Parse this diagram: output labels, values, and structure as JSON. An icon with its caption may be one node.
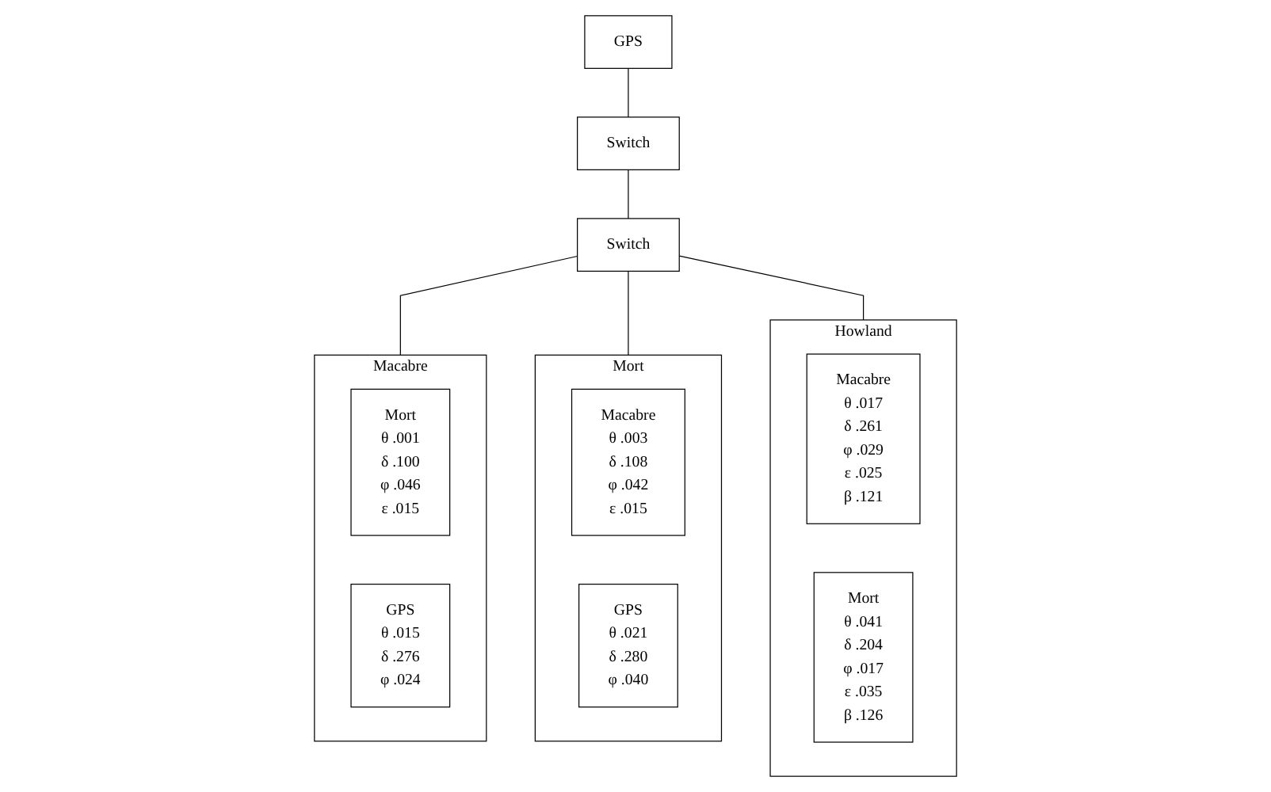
{
  "diagram": {
    "nodes": [
      {
        "text": [
          "GPS"
        ]
      },
      {
        "text": [
          "Switch"
        ]
      },
      {
        "text": [
          "Switch"
        ]
      },
      {
        "text": [
          "Macabre"
        ]
      },
      {
        "text": [
          "Mort",
          "θ .001",
          "δ .100",
          "φ .046",
          "ε .015"
        ],
        "in": 3
      },
      {
        "text": [
          "GPS",
          "θ .015",
          "δ .276",
          "φ .024"
        ],
        "in": 3
      },
      {
        "text": [
          "Mort"
        ]
      },
      {
        "text": [
          "Macabre",
          "θ .003",
          "δ .108",
          "φ .042",
          "ε .015"
        ],
        "in": 6
      },
      {
        "text": [
          "GPS",
          "θ .021",
          "δ .280",
          "φ .040"
        ],
        "in": 6
      },
      {
        "text": [
          "Howland"
        ]
      },
      {
        "text": [
          "Macabre",
          "θ .017",
          "δ .261",
          "φ .029",
          "ε .025",
          "β .121"
        ],
        "in": 9
      },
      {
        "text": [
          "Mort",
          "θ .041",
          "δ .204",
          "φ .017",
          "ε .035",
          "β .126"
        ],
        "in": 9
      }
    ],
    "edges": [
      {
        "from": 0,
        "to": 1,
        "arrow": "none"
      },
      {
        "from": 1,
        "to": 2,
        "arrow": "none"
      },
      {
        "from": 2,
        "to": 3,
        "arrow": "none"
      },
      {
        "from": 2,
        "to": 6,
        "arrow": "none"
      },
      {
        "from": 2,
        "to": 9,
        "arrow": "none"
      }
    ]
  }
}
